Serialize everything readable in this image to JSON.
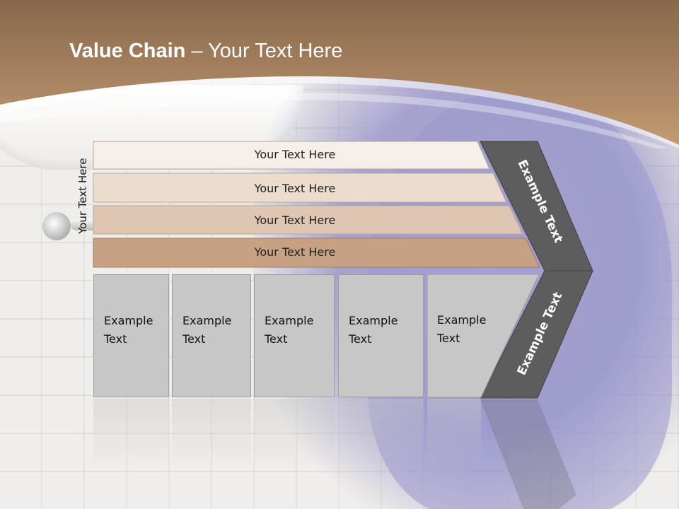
{
  "slide": {
    "title_bold": "Value Chain",
    "title_rest": " – Your Text Here",
    "side_label": "Your Text Here"
  },
  "bars": [
    {
      "label": "Your Text Here",
      "color": "#f6eee8"
    },
    {
      "label": "Your Text Here",
      "color": "#ecdccd"
    },
    {
      "label": "Your Text Here",
      "color": "#dec6b2"
    },
    {
      "label": "Your Text Here",
      "color": "#c7a184"
    }
  ],
  "boxes": [
    {
      "label": "Example Text"
    },
    {
      "label": "Example Text"
    },
    {
      "label": "Example Text"
    },
    {
      "label": "Example Text"
    },
    {
      "label": "Example Text"
    }
  ],
  "chevron": {
    "upper_label": "Example Text",
    "lower_label": "Example Text",
    "color": "#5d5d5d"
  },
  "colors": {
    "header_top": "#8b6d50",
    "header_bottom": "#c49c74",
    "box_fill": "#c7c7c7"
  }
}
